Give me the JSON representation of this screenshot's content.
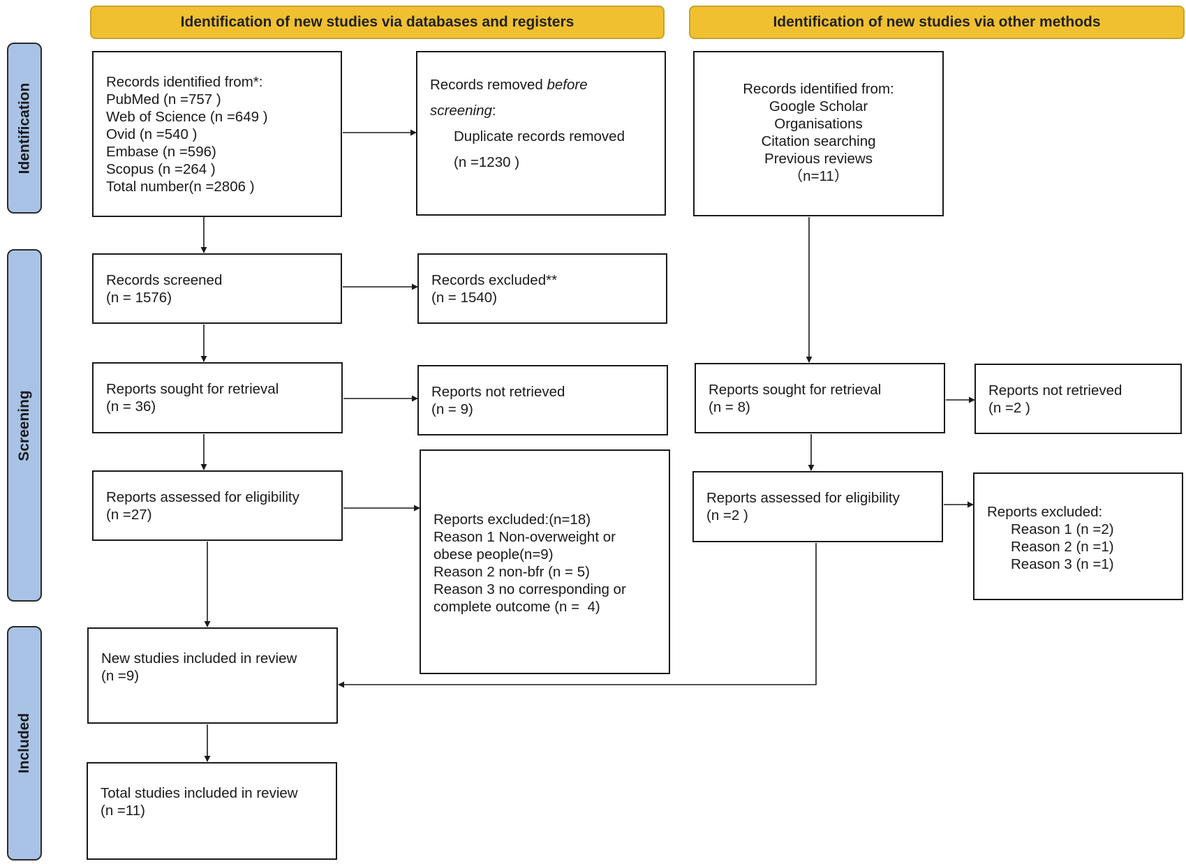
{
  "headers": {
    "databases": "Identification of new studies via databases and registers",
    "other": "Identification of new studies via other methods"
  },
  "phases": {
    "identification": "Identification",
    "screening": "Screening",
    "included": "Included"
  },
  "db": {
    "records_identified": {
      "title": "Records identified from*:",
      "lines": [
        "PubMed (n =757 )",
        "Web of Science (n =649 )",
        "Ovid (n =540 )",
        "Embase (n =596)",
        "Scopus (n =264 )",
        "Total number(n =2806 )"
      ]
    },
    "records_removed": {
      "prefix": "Records removed ",
      "italic1": "before",
      "italic2": "screening",
      "colon": ":",
      "line1": "Duplicate records removed",
      "line2": "(n =1230 )"
    },
    "records_screened": {
      "title": "Records screened",
      "n": "(n = 1576)"
    },
    "records_excluded": {
      "title": "Records excluded**",
      "n": "(n = 1540)"
    },
    "reports_sought": {
      "title": "Reports sought for retrieval",
      "n": "(n = 36)"
    },
    "reports_not_retrieved": {
      "title": "Reports not retrieved",
      "n": "(n = 9)"
    },
    "reports_assessed": {
      "title": "Reports assessed for eligibility",
      "n": "(n =27)"
    },
    "reports_excluded": {
      "lines": [
        "Reports excluded:(n=18)",
        "Reason 1 Non-overweight or",
        "obese people(n=9)",
        "Reason 2 non-bfr (n = 5)",
        "Reason 3 no corresponding or",
        "complete outcome (n =  4)"
      ]
    },
    "new_included": {
      "title": "New studies included in review",
      "n": "(n =9)"
    },
    "total_included": {
      "title": "Total studies included in review",
      "n": "(n =11)"
    }
  },
  "other": {
    "records_identified": {
      "lines": [
        "Records identified from:",
        "Google Scholar",
        "Organisations",
        "Citation searching",
        "Previous reviews",
        "（n=11）"
      ]
    },
    "reports_sought": {
      "title": "Reports sought for retrieval",
      "n": "(n = 8)"
    },
    "reports_not_retrieved": {
      "title": "Reports not retrieved",
      "n": "(n =2 )"
    },
    "reports_assessed": {
      "title": "Reports assessed for eligibility",
      "n": "(n =2 )"
    },
    "reports_excluded": {
      "title": "Reports excluded:",
      "lines": [
        "Reason 1 (n =2)",
        "Reason 2 (n =1)",
        "Reason 3 (n =1)"
      ]
    }
  }
}
